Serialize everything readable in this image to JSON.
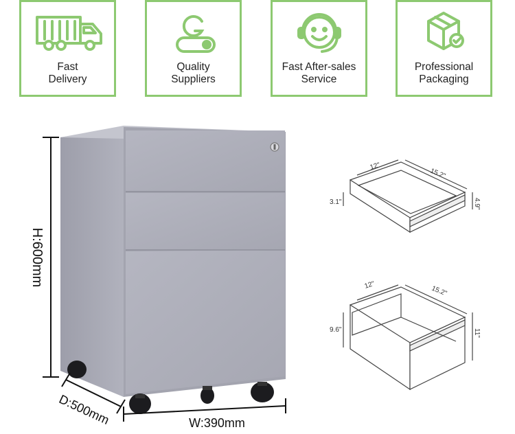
{
  "features": [
    {
      "icon": "delivery-truck-icon",
      "line1": "Fast",
      "line2": "Delivery"
    },
    {
      "icon": "quality-supplier-icon",
      "line1": "Quality",
      "line2": "Suppliers"
    },
    {
      "icon": "support-smiley-headset-icon",
      "line1": "Fast After-sales",
      "line2": "Service"
    },
    {
      "icon": "package-box-check-icon",
      "line1": "Professional",
      "line2": "Packaging"
    }
  ],
  "dimensions": {
    "height": "H:600mm",
    "depth": "D:500mm",
    "width": "W:390mm"
  },
  "drawer_small": {
    "depth": "12\"",
    "width": "15.2\"",
    "inner_height": "3.1\"",
    "front_height": "4.9\""
  },
  "drawer_large": {
    "depth": "12\"",
    "width": "15.2\"",
    "inner_height": "9.6\"",
    "front_height": "11\""
  },
  "colors": {
    "accent_green": "#8dc971",
    "cabinet_grey": "#a9aab5"
  }
}
